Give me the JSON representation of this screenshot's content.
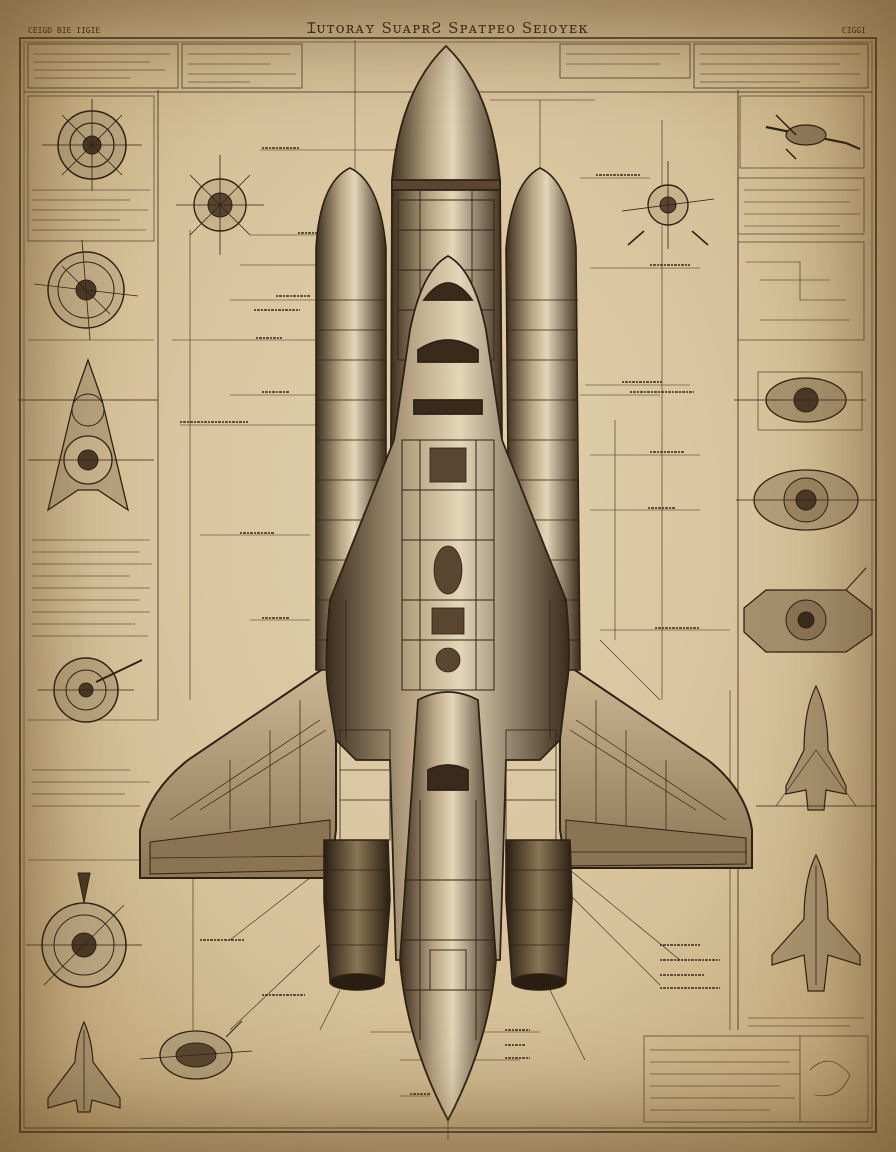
{
  "title": "Ɪᴜᴛᴏʀᴀʏ SᴜᴀᴘʀƧ Sᴘᴀᴛᴘᴇᴏ Sᴇɪᴏʏᴇᴋ",
  "corner_left": "CEIGD BIE IIGIE",
  "corner_right": "CIGGI",
  "colors": {
    "paper": "#d9c6a2",
    "ink": "#2f2214",
    "shade": "#5a4530"
  }
}
